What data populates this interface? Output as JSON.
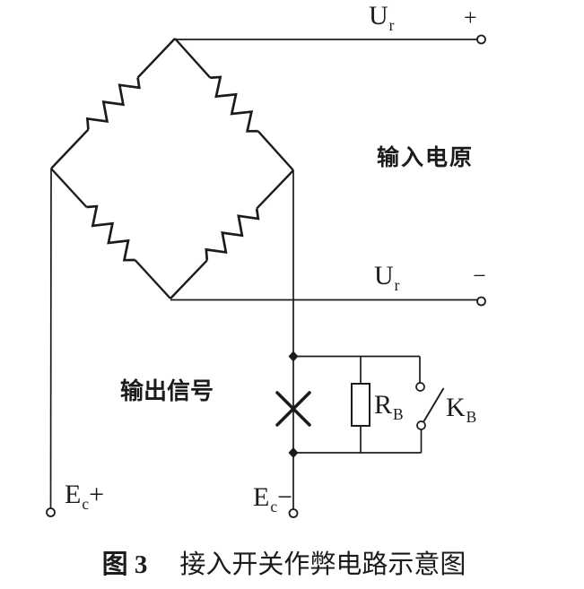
{
  "colors": {
    "line": "#1b1b1b",
    "background": "#ffffff"
  },
  "labels": {
    "ur_top": {
      "main": "U",
      "sub": "r"
    },
    "ur_top_sign": "+",
    "ur_mid": {
      "main": "U",
      "sub": "r"
    },
    "ur_mid_sign": "−",
    "input_power": "输入电原",
    "output_signal": "输出信号",
    "ec_plus": {
      "main": "E",
      "sub": "c",
      "sign": "+"
    },
    "ec_minus": {
      "main": "E",
      "sub": "c",
      "sign": "−"
    },
    "rb": {
      "main": "R",
      "sub": "B"
    },
    "kb": {
      "main": "K",
      "sub": "B"
    }
  },
  "caption": {
    "figure": "图 3",
    "title": "接入开关作弊电路示意图"
  }
}
